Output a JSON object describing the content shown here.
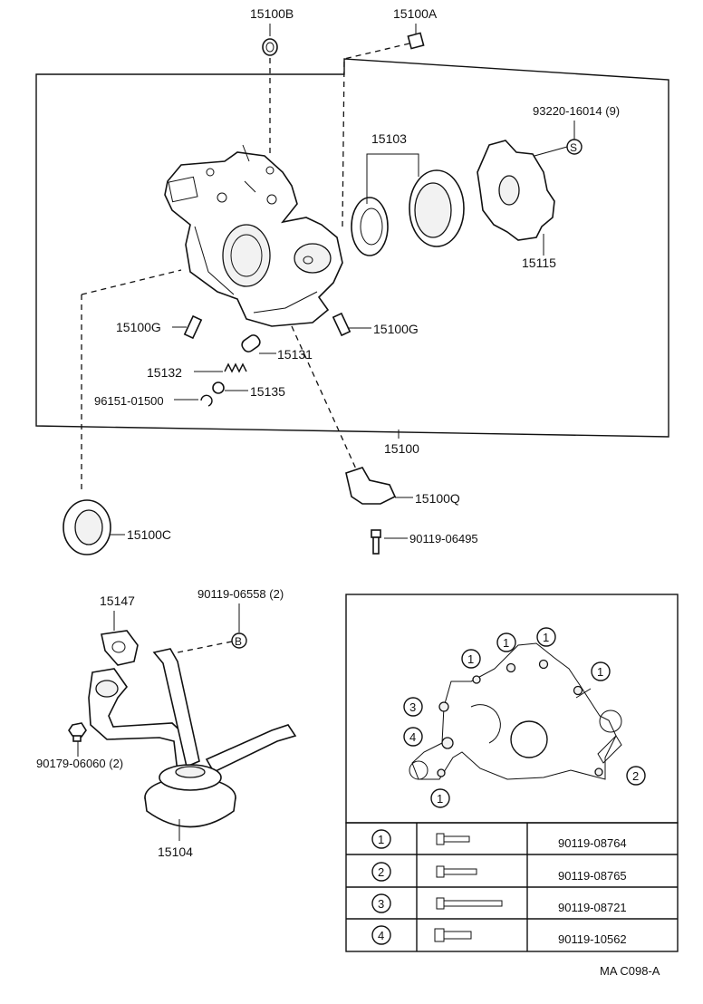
{
  "labels": {
    "p15100B": "15100B",
    "p15100A": "15100A",
    "p93220": "93220-16014 (9)",
    "p15103": "15103",
    "p15115": "15115",
    "p15100G_left": "15100G",
    "p15100G_right": "15100G",
    "p15131": "15131",
    "p15132": "15132",
    "p15135": "15135",
    "p96151": "96151-01500",
    "p15100": "15100",
    "p15100Q": "15100Q",
    "p15100C": "15100C",
    "p90119_06495": "90119-06495",
    "p15147": "15147",
    "p90119_06558": "90119-06558 (2)",
    "p90179": "90179-06060 (2)",
    "p15104": "15104",
    "footer_code": "MA  C098-A"
  },
  "symbols": {
    "s_marker": "S",
    "b_marker": "B"
  },
  "bolt_table": {
    "rows": [
      {
        "num": "1",
        "part": "90119-08764"
      },
      {
        "num": "2",
        "part": "90119-08765"
      },
      {
        "num": "3",
        "part": "90119-08721"
      },
      {
        "num": "4",
        "part": "90119-10562"
      }
    ]
  },
  "inset_markers": [
    "1",
    "1",
    "1",
    "1",
    "3",
    "4",
    "1",
    "2"
  ]
}
